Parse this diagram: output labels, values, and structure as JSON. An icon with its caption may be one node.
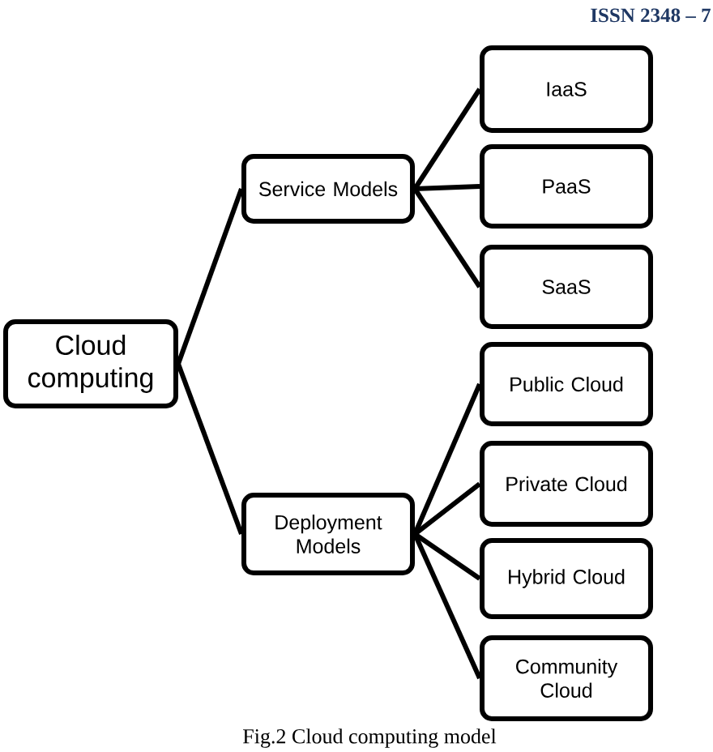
{
  "diagram": {
    "caption": "Fig.2 Cloud computing model",
    "nodes": [
      {
        "text": [
          "Cloud computing"
        ]
      },
      {
        "text": [
          "Service Models"
        ]
      },
      {
        "text": [
          "Deployment Models"
        ]
      },
      {
        "text": [
          "IaaS"
        ]
      },
      {
        "text": [
          "PaaS"
        ]
      },
      {
        "text": [
          "SaaS"
        ]
      },
      {
        "text": [
          "Public Cloud"
        ]
      },
      {
        "text": [
          "Private Cloud"
        ]
      },
      {
        "text": [
          "Hybrid Cloud"
        ]
      },
      {
        "text": [
          "Community Cloud"
        ]
      }
    ],
    "edges": [
      {
        "from": 0,
        "to": 1,
        "arrow": "none"
      },
      {
        "from": 0,
        "to": 2,
        "arrow": "none"
      },
      {
        "from": 1,
        "to": 3,
        "arrow": "none"
      },
      {
        "from": 1,
        "to": 4,
        "arrow": "none"
      },
      {
        "from": 1,
        "to": 5,
        "arrow": "none"
      },
      {
        "from": 2,
        "to": 6,
        "arrow": "none"
      },
      {
        "from": 2,
        "to": 7,
        "arrow": "none"
      },
      {
        "from": 2,
        "to": 8,
        "arrow": "none"
      },
      {
        "from": 2,
        "to": 9,
        "arrow": "none"
      }
    ],
    "labels": [
      "ISSN 2348 – 7"
    ]
  }
}
